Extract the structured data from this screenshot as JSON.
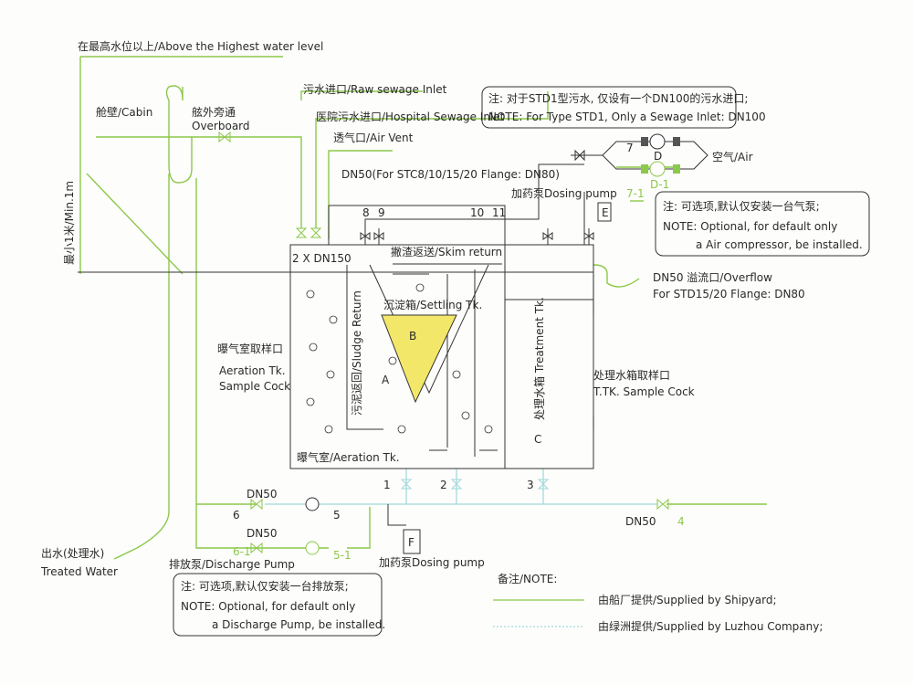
{
  "title": "Sewage treatment plant connection diagram",
  "labels": {
    "above_highest": "在最高水位以上/Above the Highest water level",
    "cabin": "舱壁/Cabin",
    "overboard_cn": "舷外旁通",
    "overboard": "Overboard",
    "min_1m": "最小1米/Min.1m",
    "raw_inlet": "污水进口/Raw sewage Inlet",
    "hospital_inlet": "医院污水进口/Hospital Sewage Inlet",
    "air_vent": "透气口/Air Vent",
    "dn50_flange": "DN50(For STC8/10/15/20 Flange: DN80)",
    "dosing_pump_top": "加药泵Dosing pump",
    "dn150": "2 X DN150",
    "skim_return": "撇渣返送/Skim return",
    "settling": "沉淀箱/Settling Tk.",
    "sludge_return": "污泥返回/Sludge Return",
    "aeration_sample_cn": "曝气室取样口",
    "aeration_sample_1": "Aeration Tk.",
    "aeration_sample_2": "Sample Cock",
    "aeration_tk": "曝气室/Aeration Tk.",
    "treatment_tk": "处理水箱 Treatment Tk.",
    "tt_sample_cn": "处理水箱取样口",
    "tt_sample": "T.TK. Sample Cock",
    "overflow": "DN50 溢流口/Overflow",
    "overflow_2": "For STD15/20 Flange: DN80",
    "air": "空气/Air",
    "treated_cn": "出水(处理水)",
    "treated": "Treated Water",
    "discharge_pump": "排放泵/Discharge Pump",
    "dosing_pump_bottom": "加药泵Dosing pump",
    "remark": "备注/NOTE:",
    "legend_shipyard": "由船厂提供/Supplied by Shipyard;",
    "legend_luzhou": "由绿洲提供/Supplied by Luzhou Company;",
    "dn50_a": "DN50",
    "dn50_b": "DN50",
    "dn50_c": "DN50",
    "A": "A",
    "B": "B",
    "C": "C",
    "E": "E",
    "F": "F",
    "D": "D",
    "D1": "D-1",
    "n1": "1",
    "n2": "2",
    "n3": "3",
    "n4": "4",
    "n5": "5",
    "n51": "5-1",
    "n6": "6",
    "n61": "6-1",
    "n7": "7",
    "n71": "7-1",
    "n8": "8",
    "n9": "9",
    "n10": "10",
    "n11": "11"
  },
  "notes": {
    "std1_cn": "注: 对于STD1型污水, 仅设有一个DN100的污水进口;",
    "std1": "NOTE: For Type STD1, Only a Sewage Inlet: DN100",
    "air_cn": "注: 可选项,默认仅安装一台气泵;",
    "air_1": "NOTE: Optional, for default only",
    "air_2": "a Air compressor, be installed.",
    "pump_cn": "注: 可选项,默认仅安装一台排放泵;",
    "pump_1": "NOTE: Optional, for default only",
    "pump_2": "a Discharge Pump, be installed."
  },
  "colors": {
    "shipyard": "#8cc84b",
    "luzhou": "#9fd8dc",
    "sludge": "#f3e76a"
  }
}
